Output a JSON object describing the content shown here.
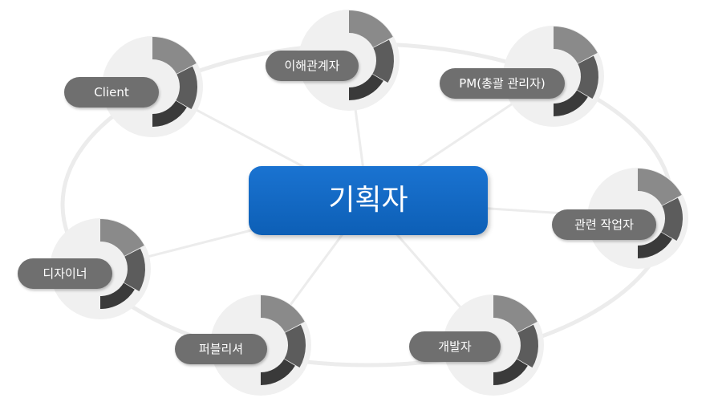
{
  "center": {
    "label": "기획자",
    "color": "#0d63bf"
  },
  "nodes": [
    {
      "id": "client",
      "label": "Client"
    },
    {
      "id": "stakeholder",
      "label": "이해관계자"
    },
    {
      "id": "pm",
      "label": "PM(총괄 관리자)"
    },
    {
      "id": "related-worker",
      "label": "관련 작업자"
    },
    {
      "id": "developer",
      "label": "개발자"
    },
    {
      "id": "publisher",
      "label": "퍼블리셔"
    },
    {
      "id": "designer",
      "label": "디자이너"
    }
  ],
  "colors": {
    "ring_light": "#f0f0f0",
    "segment_1": "#8a8a8a",
    "segment_2": "#5c5c5c",
    "segment_3": "#3a3a3a",
    "pill": "#6f6f6f",
    "connector": "#ececec"
  }
}
